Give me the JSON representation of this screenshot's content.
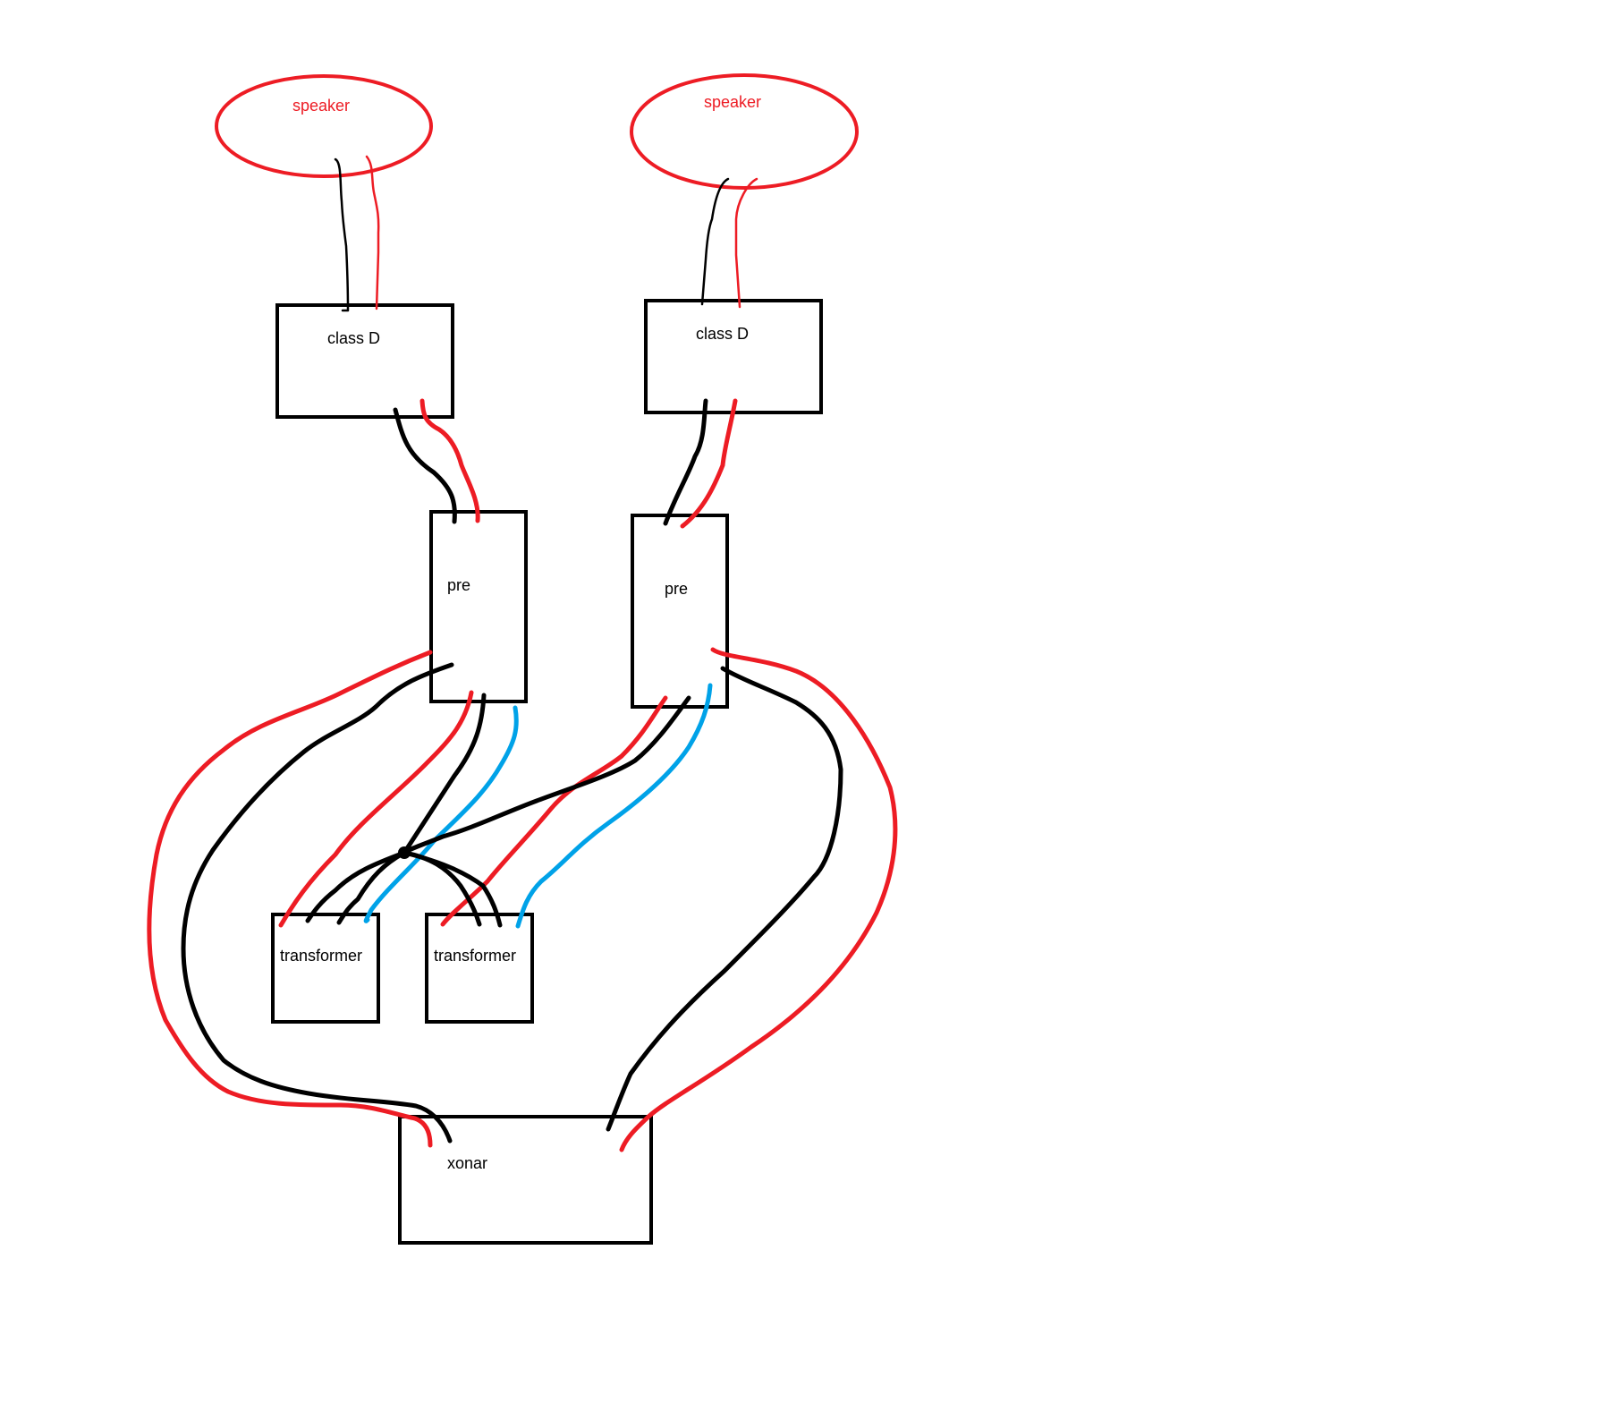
{
  "colors": {
    "black": "#000000",
    "red": "#ED1C24",
    "blue": "#00A2E8"
  },
  "diagram": {
    "speakers": [
      {
        "label": "speaker"
      },
      {
        "label": "speaker"
      }
    ],
    "amps": [
      {
        "label": "class D"
      },
      {
        "label": "class D"
      }
    ],
    "preamps": [
      {
        "label": "pre"
      },
      {
        "label": "pre"
      }
    ],
    "transformers": [
      {
        "label": "transformer"
      },
      {
        "label": "transformer"
      }
    ],
    "soundcard": {
      "label": "xonar"
    }
  }
}
